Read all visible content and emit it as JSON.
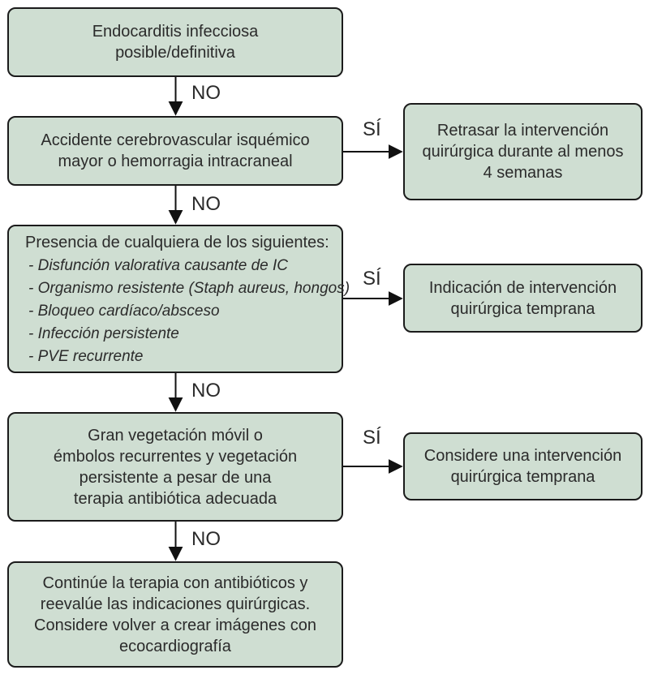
{
  "diagram": {
    "colors": {
      "node_fill": "#cfded2",
      "node_border": "#1b1b1b",
      "text": "#2b2b2b",
      "arrow": "#111111",
      "background": "#ffffff"
    },
    "nodes": {
      "start": {
        "text": "Endocarditis infecciosa\nposible/definitiva"
      },
      "stroke_check": {
        "text": "Accidente cerebrovascular isquémico\nmayor o hemorragia intracraneal"
      },
      "delay_surgery": {
        "text": "Retrasar la intervención\nquirúrgica durante al menos\n4 semanas"
      },
      "criteria": {
        "header": "Presencia de cualquiera de los siguientes:",
        "items": [
          "- Disfunción valorativa causante de IC",
          "- Organismo resistente (Staph aureus, hongos)",
          "- Bloqueo cardíaco/absceso",
          "- Infección persistente",
          "- PVE recurrente"
        ]
      },
      "early_surgery_indication": {
        "text": "Indicación de intervención\nquirúrgica temprana"
      },
      "vegetation_check": {
        "text": "Gran vegetación móvil o\némbolos recurrentes y vegetación\npersistente a pesar de una\nterapia antibiótica adecuada"
      },
      "consider_early_surgery": {
        "text": "Considere una intervención\nquirúrgica temprana"
      },
      "continue_therapy": {
        "text": "Continúe la terapia con antibióticos y\nreevalúe las indicaciones quirúrgicas.\nConsidere volver a crear imágenes con\necocardiografía"
      }
    },
    "edge_labels": {
      "no1": "NO",
      "no2": "NO",
      "no3": "NO",
      "no4": "NO",
      "yes1": "SÍ",
      "yes2": "SÍ",
      "yes3": "SÍ"
    }
  }
}
